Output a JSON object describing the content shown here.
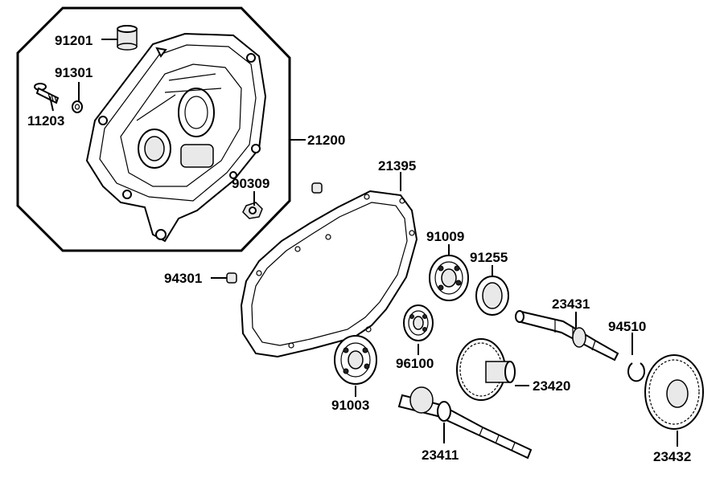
{
  "labels": {
    "p91201": "91201",
    "p91301": "91301",
    "p11203": "11203",
    "p21200": "21200",
    "p90309": "90309",
    "p21395": "21395",
    "p94301": "94301",
    "p91009": "91009",
    "p91255": "91255",
    "p23431": "23431",
    "p94510": "94510",
    "p96100": "96100",
    "p23420": "23420",
    "p91003": "91003",
    "p23411": "23411",
    "p23432": "23432"
  }
}
